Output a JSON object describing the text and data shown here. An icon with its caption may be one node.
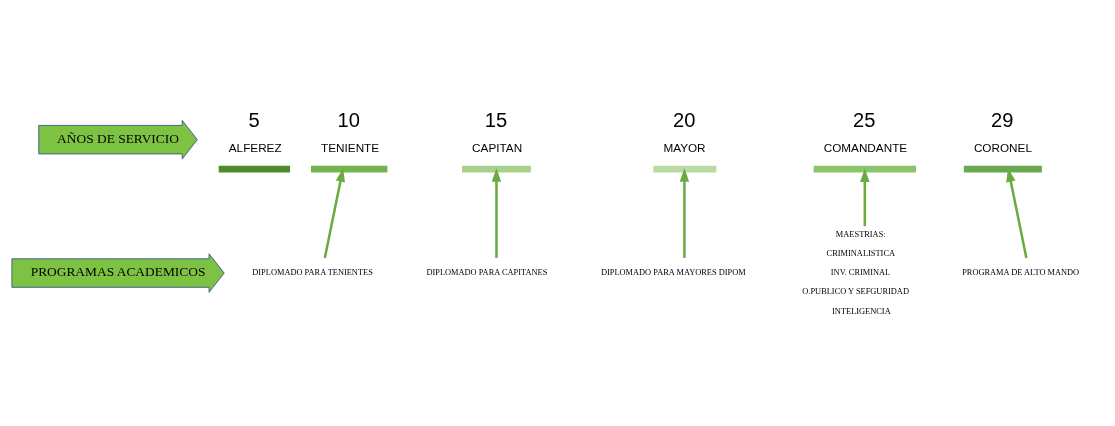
{
  "diagram": {
    "nodes": [
      {
        "text": [
          "AÑOS DE SERVICIO"
        ]
      },
      {
        "text": [
          "PROGRAMAS ACADEMICOS"
        ]
      },
      {
        "text": [
          "ALFEREZ"
        ],
        "beside": [
          "5"
        ]
      },
      {
        "text": [
          "TENIENTE"
        ],
        "beside": [
          "10"
        ]
      },
      {
        "text": [
          "CAPITAN"
        ],
        "beside": [
          "15"
        ]
      },
      {
        "text": [
          "MAYOR"
        ],
        "beside": [
          "20"
        ]
      },
      {
        "text": [
          "COMANDANTE"
        ],
        "beside": [
          "25"
        ]
      },
      {
        "text": [
          "CORONEL"
        ],
        "beside": [
          "29"
        ]
      },
      {
        "text": [
          "DIPLOMADO PARA TENIENTES"
        ]
      },
      {
        "text": [
          "DIPLOMADO PARA CAPITANES"
        ]
      },
      {
        "text": [
          "DIPLOMADO PARA MAYORES DIPOM"
        ]
      },
      {
        "text": [
          "MAESTRIAS:",
          "CRIMINALISTICA",
          "INV. CRIMINAL",
          "O.PUBLICO Y SEFGURIDAD",
          "INTELIGENCIA"
        ]
      },
      {
        "text": [
          "PROGRAMA DE ALTO MANDO"
        ]
      }
    ],
    "edges": [
      {
        "from": 8,
        "to": 3,
        "arrow": "to"
      },
      {
        "from": 9,
        "to": 4,
        "arrow": "to"
      },
      {
        "from": 10,
        "to": 5,
        "arrow": "to"
      },
      {
        "from": 11,
        "to": 6,
        "arrow": "to"
      },
      {
        "from": 12,
        "to": 7,
        "arrow": "to"
      }
    ]
  }
}
